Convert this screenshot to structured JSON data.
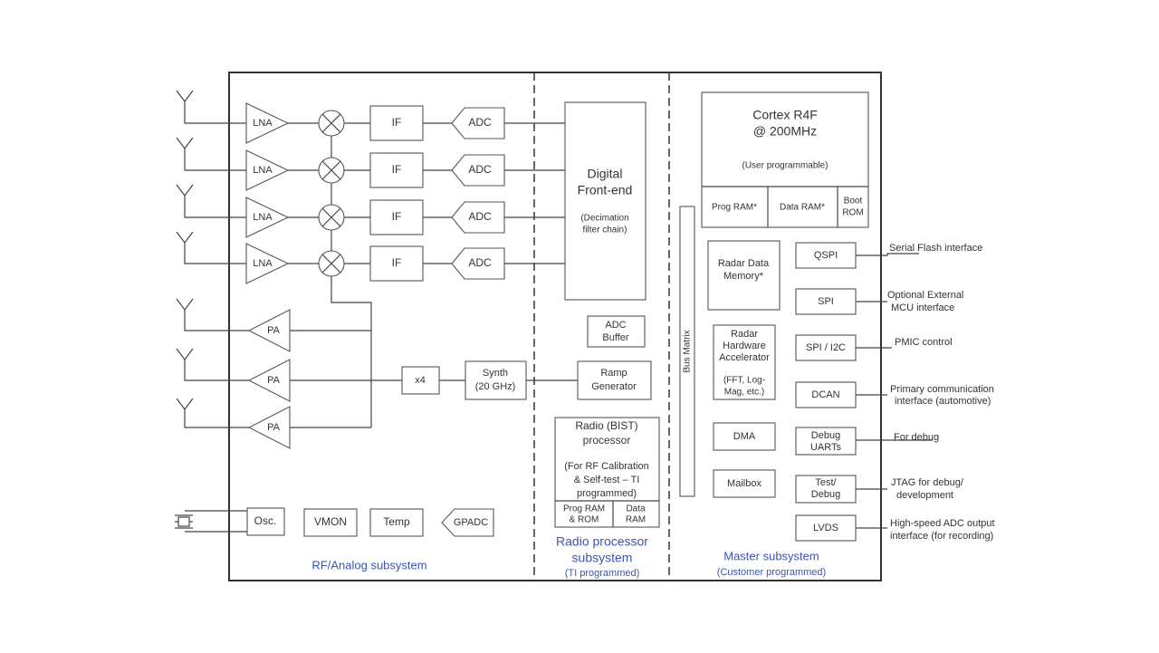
{
  "subsystems": {
    "rf_analog": "RF/Analog subsystem",
    "radio_processor_line1": "Radio processor",
    "radio_processor_line2": "subsystem",
    "radio_processor_note": "(TI programmed)",
    "master": "Master subsystem",
    "master_note": "(Customer programmed)"
  },
  "rf": {
    "lna": "LNA",
    "if": "IF",
    "adc": "ADC",
    "pa": "PA",
    "x4": "x4",
    "synth_line1": "Synth",
    "synth_line2": "(20 GHz)",
    "osc": "Osc.",
    "vmon": "VMON",
    "temp": "Temp",
    "gpadc": "GPADC"
  },
  "radio": {
    "dfe_line1": "Digital",
    "dfe_line2": "Front-end",
    "dfe_note1": "(Decimation",
    "dfe_note2": "filter chain)",
    "adc_buffer_line1": "ADC",
    "adc_buffer_line2": "Buffer",
    "ramp_line1": "Ramp",
    "ramp_line2": "Generator",
    "bist_line1": "Radio (BIST)",
    "bist_line2": "processor",
    "bist_note1": "(For RF Calibration",
    "bist_note2": "& Self-test – TI",
    "bist_note3": "programmed)",
    "prog_ram_line1": "Prog RAM",
    "prog_ram_line2": "& ROM",
    "data_ram_line1": "Data",
    "data_ram_line2": "RAM"
  },
  "master": {
    "cortex_line1": "Cortex R4F",
    "cortex_line2": "@ 200MHz",
    "cortex_note": "(User programmable)",
    "prog_ram": "Prog RAM*",
    "data_ram": "Data RAM*",
    "boot_rom_line1": "Boot",
    "boot_rom_line2": "ROM",
    "bus_matrix": "Bus Matrix",
    "radar_mem_line1": "Radar Data",
    "radar_mem_line2": "Memory*",
    "hwa_line1": "Radar",
    "hwa_line2": "Hardware",
    "hwa_line3": "Accelerator",
    "hwa_line4": "(FFT, Log-",
    "hwa_line5": "Mag, etc.)",
    "dma": "DMA",
    "mailbox": "Mailbox"
  },
  "peripherals": [
    {
      "name": "QSPI",
      "desc1": "Serial Flash interface",
      "desc2": ""
    },
    {
      "name": "SPI",
      "desc1": "Optional External",
      "desc2": "MCU interface"
    },
    {
      "name": "SPI / I2C",
      "desc1": "PMIC control",
      "desc2": ""
    },
    {
      "name": "DCAN",
      "desc1": "Primary communication",
      "desc2": "interface (automotive)"
    },
    {
      "name1": "Debug",
      "name2": "UARTs",
      "desc1": "For debug",
      "desc2": ""
    },
    {
      "name1": "Test/",
      "name2": "Debug",
      "desc1": "JTAG for debug/",
      "desc2": "development"
    },
    {
      "name": "LVDS",
      "desc1": "High-speed ADC output",
      "desc2": "interface (for recording)"
    }
  ]
}
